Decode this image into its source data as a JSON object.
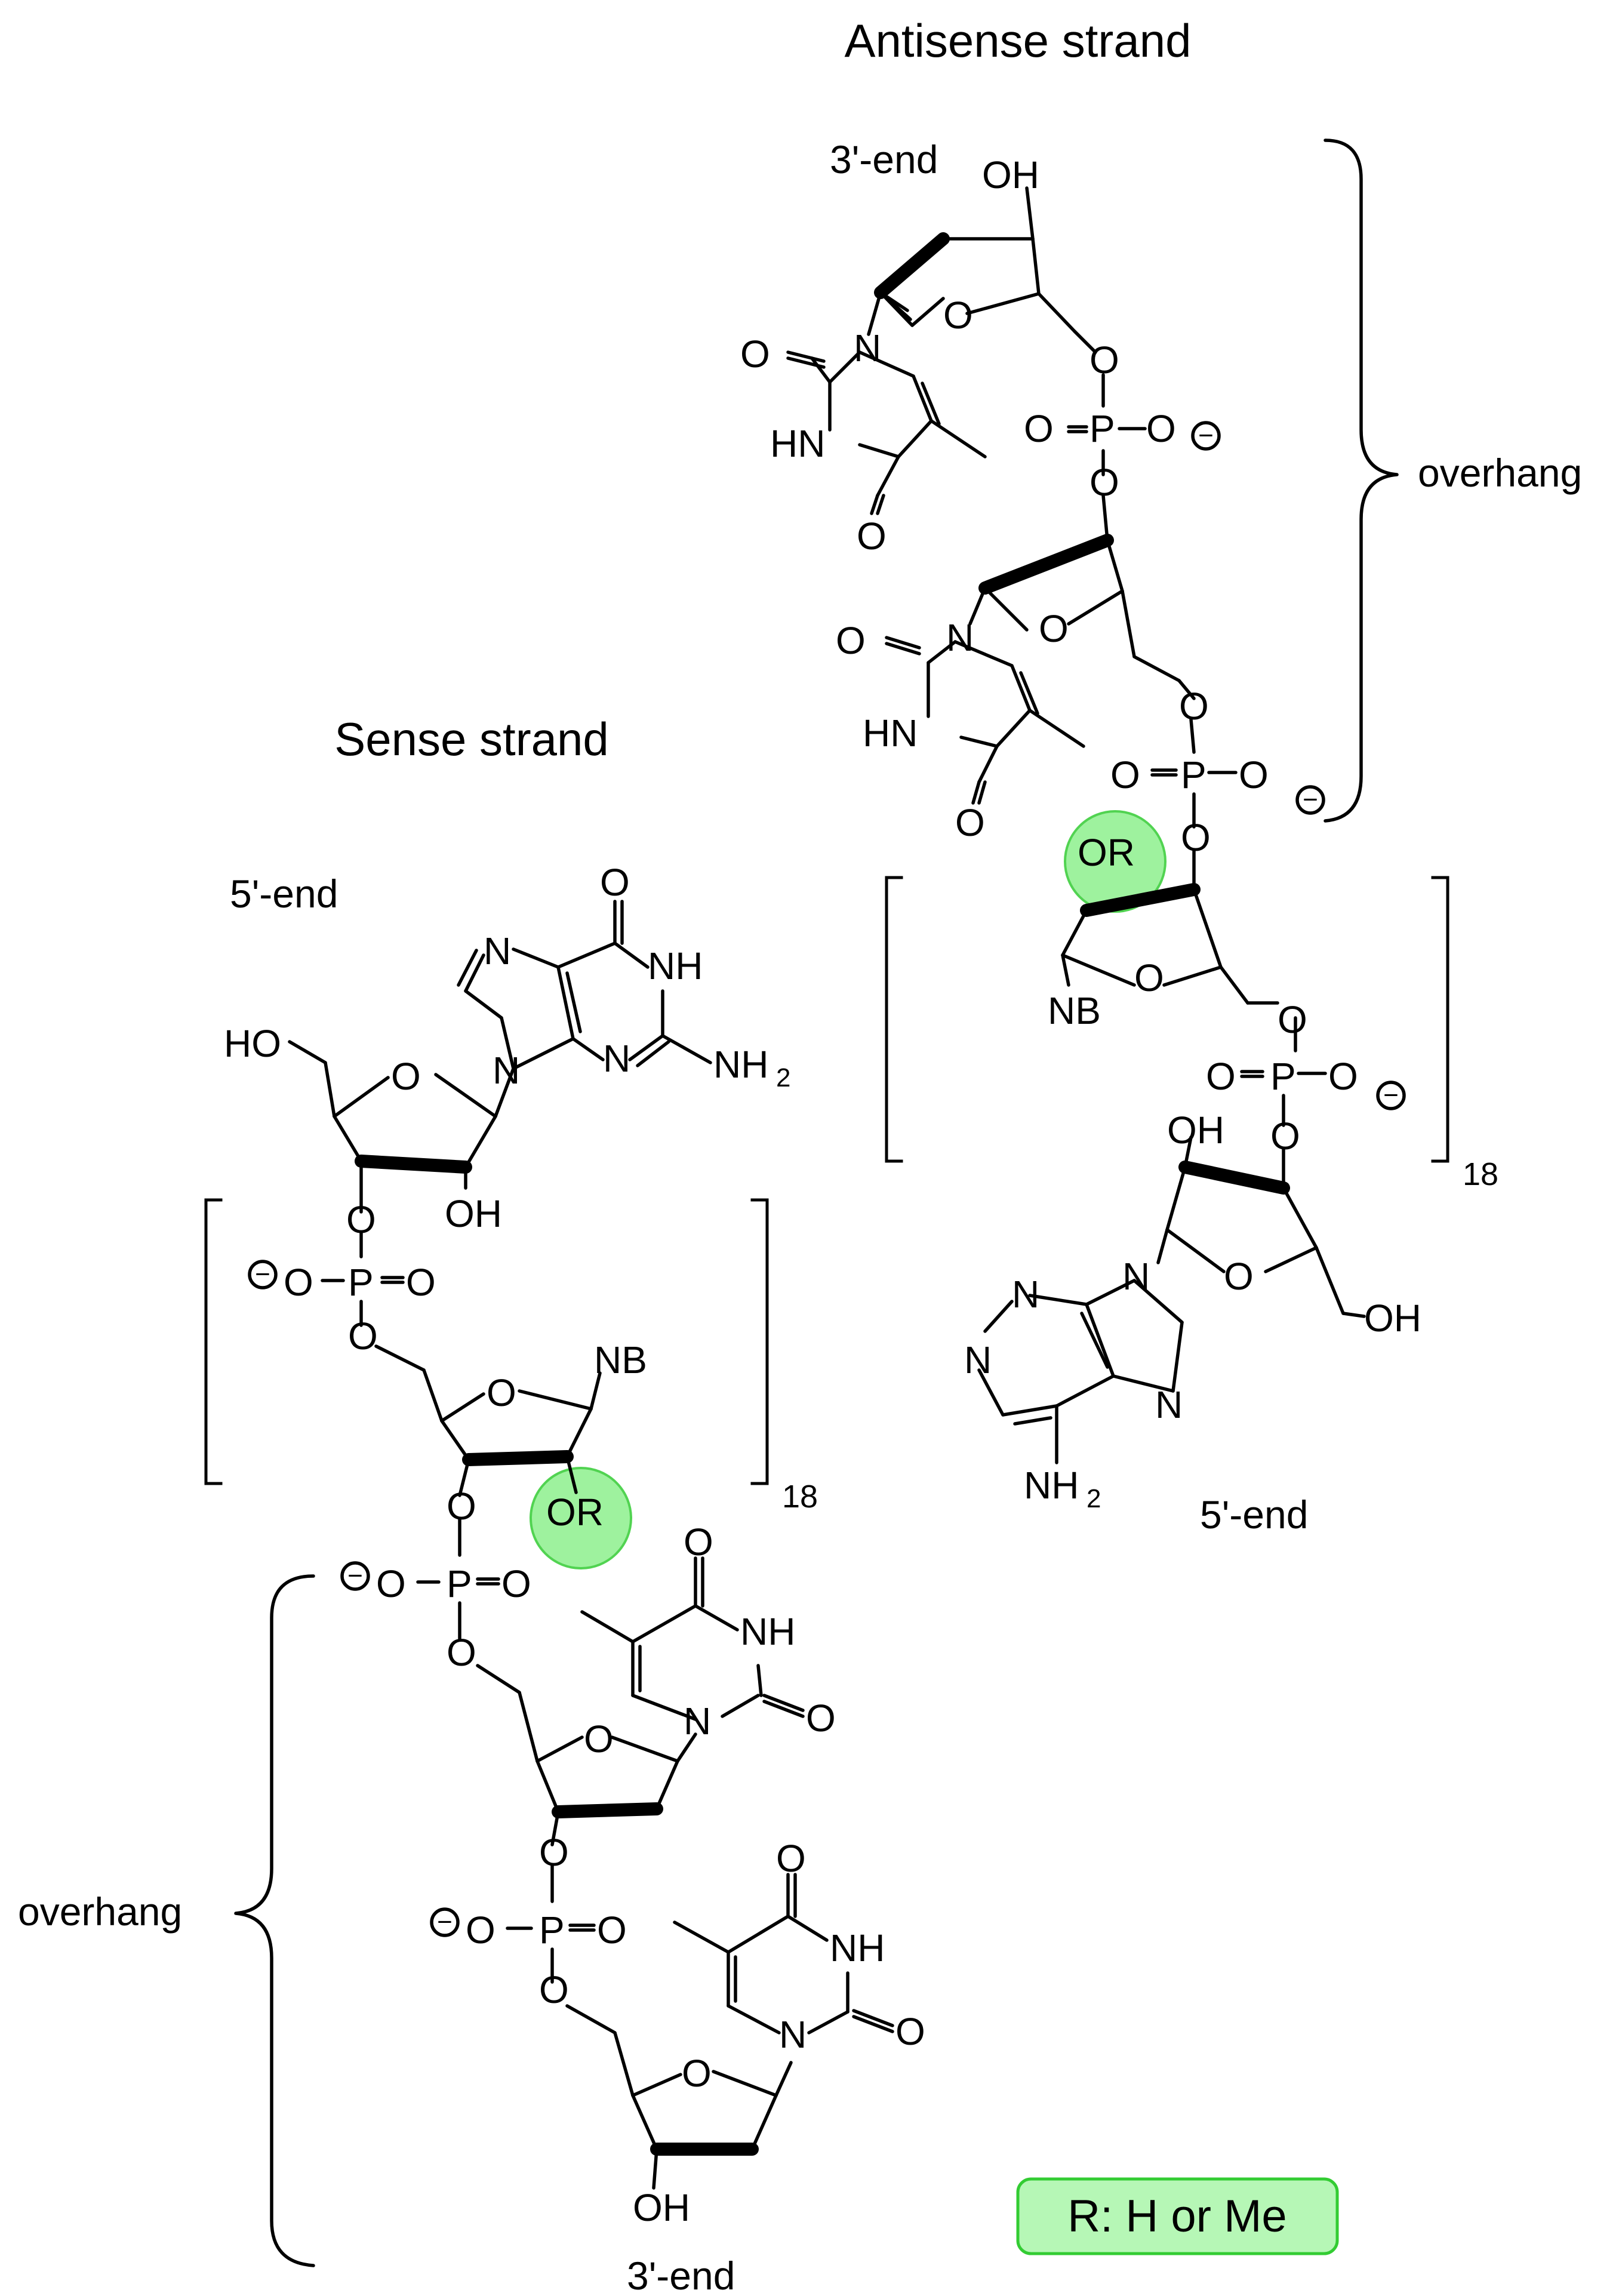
{
  "titles": {
    "antisense": "Antisense strand",
    "sense": "Sense strand"
  },
  "colors": {
    "antisense_title": "#ff0000",
    "sense_title": "#1a1aff",
    "highlight_fill": "#8ef08e",
    "highlight_stroke": "#33cc33",
    "legend_fill": "#b6f7b6",
    "legend_stroke": "#33cc33"
  },
  "labels": {
    "antisense_top_end": "3'-end",
    "antisense_bottom_end": "5'-end",
    "sense_top_end": "5'-end",
    "sense_bottom_end": "3'-end",
    "overhang_right": "overhang",
    "overhang_left": "overhang",
    "repeat_antisense": "18",
    "repeat_sense": "18"
  },
  "legend": "R: H or Me",
  "atoms": {
    "O": "O",
    "N": "N",
    "P": "P",
    "OH": "OH",
    "HO": "HO",
    "HN": "HN",
    "NH": "NH",
    "NH2": "NH",
    "sub2": "2",
    "NB": "NB",
    "OR": "OR",
    "minus": "−"
  }
}
